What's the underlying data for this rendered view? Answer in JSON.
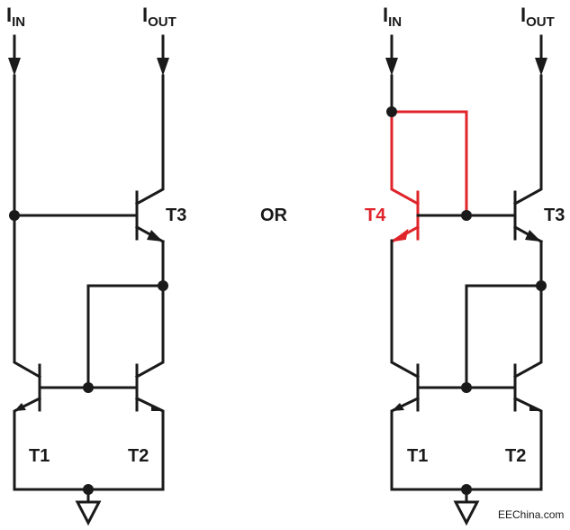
{
  "labels": {
    "i_in_main": "I",
    "i_in_sub": "IN",
    "i_out_main": "I",
    "i_out_sub": "OUT",
    "t1": "T1",
    "t2": "T2",
    "t3": "T3",
    "t4": "T4",
    "or": "OR"
  },
  "watermark": "EEChina.com",
  "colors": {
    "wire": "#1a1a1a",
    "highlight": "#e0242b",
    "background": "#ffffff"
  }
}
